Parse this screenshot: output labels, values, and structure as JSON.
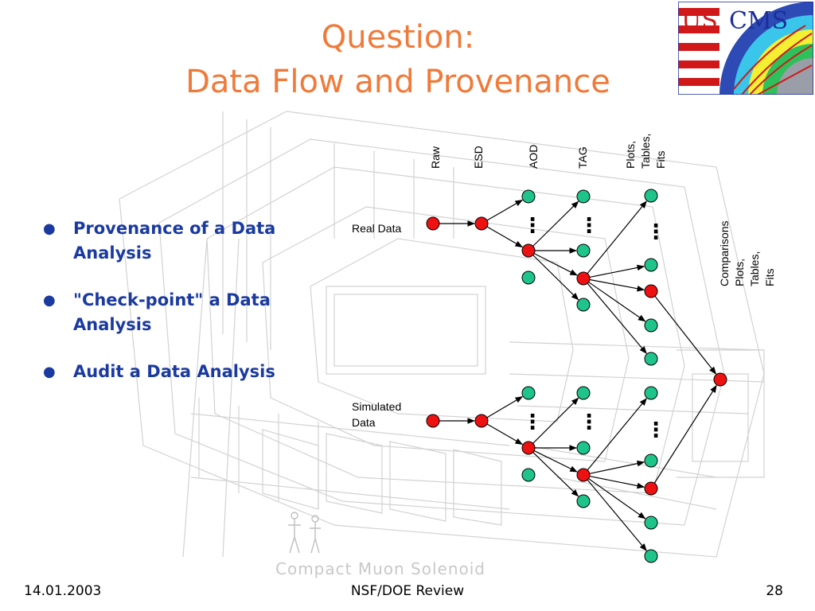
{
  "slide": {
    "title_line1": "Question:",
    "title_line2": "Data Flow and Provenance",
    "bullets": [
      {
        "line1": "Provenance of a Data",
        "line2": "Analysis"
      },
      {
        "line1": "\"Check-point\" a Data",
        "line2": "Analysis"
      },
      {
        "line1": "Audit a Data Analysis",
        "line2": ""
      }
    ],
    "footer": {
      "date": "14.01.2003",
      "center": "NSF/DOE Review",
      "page": "28"
    }
  },
  "logo": {
    "text_us": "US",
    "text_cms": "CMS"
  },
  "background": {
    "caption": "Compact Muon Solenoid"
  },
  "diagram": {
    "columns": {
      "raw": "Raw",
      "esd": "ESD",
      "aod": "AOD",
      "tag": "TAG",
      "plots": [
        "Plots,",
        "Tables,",
        "Fits"
      ]
    },
    "labels": {
      "real_data": "Real Data",
      "simulated_data": [
        "Simulated",
        "Data"
      ],
      "comparisons": [
        "Comparisons",
        "Plots,",
        "Tables,",
        "Fits"
      ]
    },
    "ellipsis": "⋮",
    "colors": {
      "selected_node": "#ee1111",
      "other_node": "#1fc48a",
      "title": "#f07a3a",
      "bullet_text": "#1a3aa0",
      "logo_red": "#d01818",
      "logo_blue": "#1a2f9a"
    }
  }
}
